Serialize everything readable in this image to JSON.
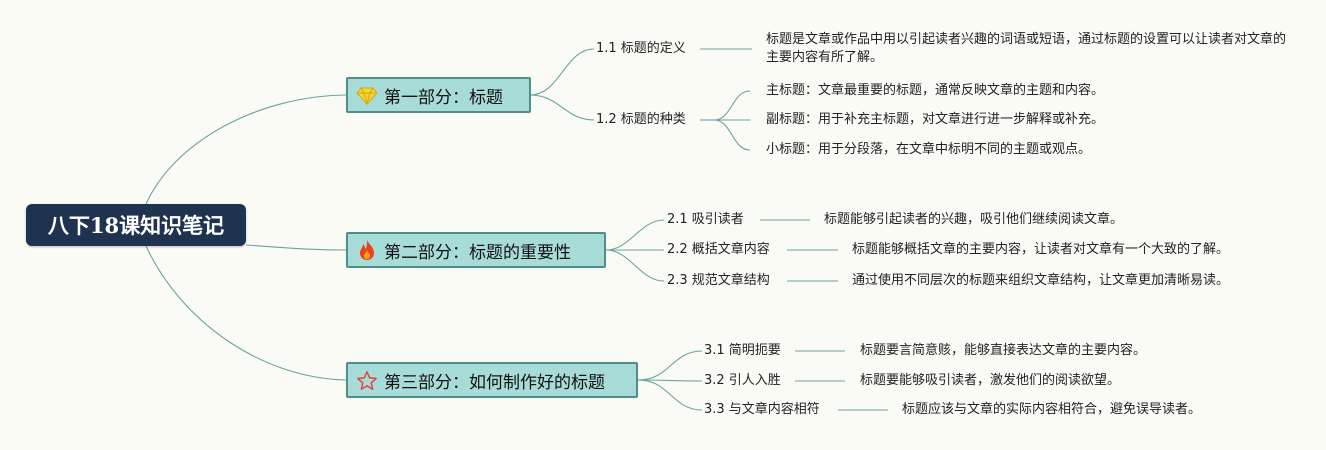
{
  "root": {
    "label": "八下18课知识笔记"
  },
  "branches": [
    {
      "label": "第一部分：标题",
      "icon": "gem-icon",
      "items": [
        {
          "label": "1.1 标题的定义",
          "details": [
            "标题是文章或作品中用以引起读者兴趣的词语或短语，通过标题的设置可以让读者对文章的主要内容有所了解。"
          ]
        },
        {
          "label": "1.2 标题的种类",
          "details": [
            "主标题：文章最重要的标题，通常反映文章的主题和内容。",
            "副标题：用于补充主标题，对文章进行进一步解释或补充。",
            "小标题：用于分段落，在文章中标明不同的主题或观点。"
          ]
        }
      ]
    },
    {
      "label": "第二部分：标题的重要性",
      "icon": "flame-icon",
      "items": [
        {
          "label": "2.1 吸引读者",
          "details": [
            "标题能够引起读者的兴趣，吸引他们继续阅读文章。"
          ]
        },
        {
          "label": "2.2 概括文章内容",
          "details": [
            "标题能够概括文章的主要内容，让读者对文章有一个大致的了解。"
          ]
        },
        {
          "label": "2.3 规范文章结构",
          "details": [
            "通过使用不同层次的标题来组织文章结构，让文章更加清晰易读。"
          ]
        }
      ]
    },
    {
      "label": "第三部分：如何制作好的标题",
      "icon": "star-icon",
      "items": [
        {
          "label": "3.1 简明扼要",
          "details": [
            "标题要言简意赅，能够直接表达文章的主要内容。"
          ]
        },
        {
          "label": "3.2 引人入胜",
          "details": [
            "标题要能够吸引读者，激发他们的阅读欲望。"
          ]
        },
        {
          "label": "3.3 与文章内容相符",
          "details": [
            "标题应该与文章的实际内容相符合，避免误导读者。"
          ]
        }
      ]
    }
  ],
  "colors": {
    "root_bg": "#1f3350",
    "branch_bg": "#a8dcd9",
    "branch_border": "#4e8f89",
    "line": "#6aa39f",
    "background": "#fbfbf6"
  }
}
